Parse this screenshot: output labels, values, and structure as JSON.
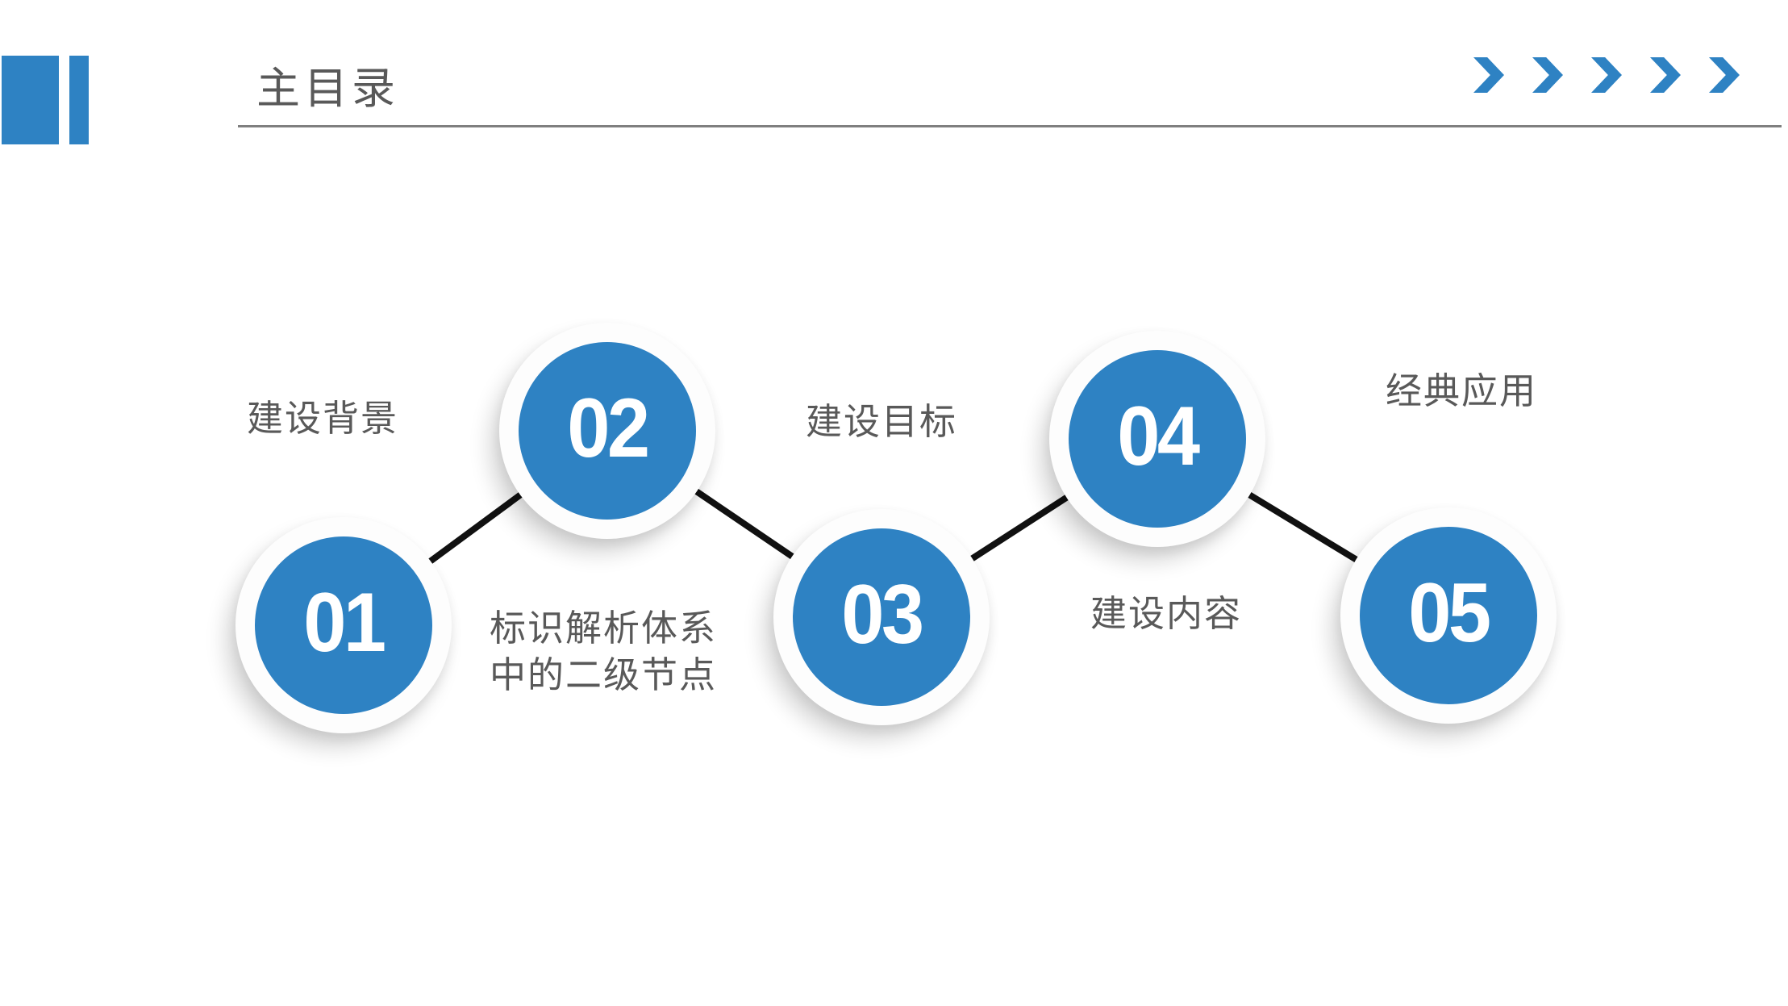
{
  "slide": {
    "background": "#ffffff",
    "accent_blue": "#2E82C3",
    "text_gray": "#595959",
    "connector_black": "#111111",
    "underline_gray": "#7f7f7f"
  },
  "header": {
    "title": "主目录"
  },
  "decor": {
    "chevron_icon": "❯",
    "chevron_count": "5"
  },
  "diagram": {
    "nodes": [
      {
        "number": "01",
        "label": "建设背景"
      },
      {
        "number": "02",
        "label": "标识解析体系\n中的二级节点"
      },
      {
        "number": "03",
        "label": "建设目标"
      },
      {
        "number": "04",
        "label": "建设内容"
      },
      {
        "number": "05",
        "label": "经典应用"
      }
    ]
  }
}
